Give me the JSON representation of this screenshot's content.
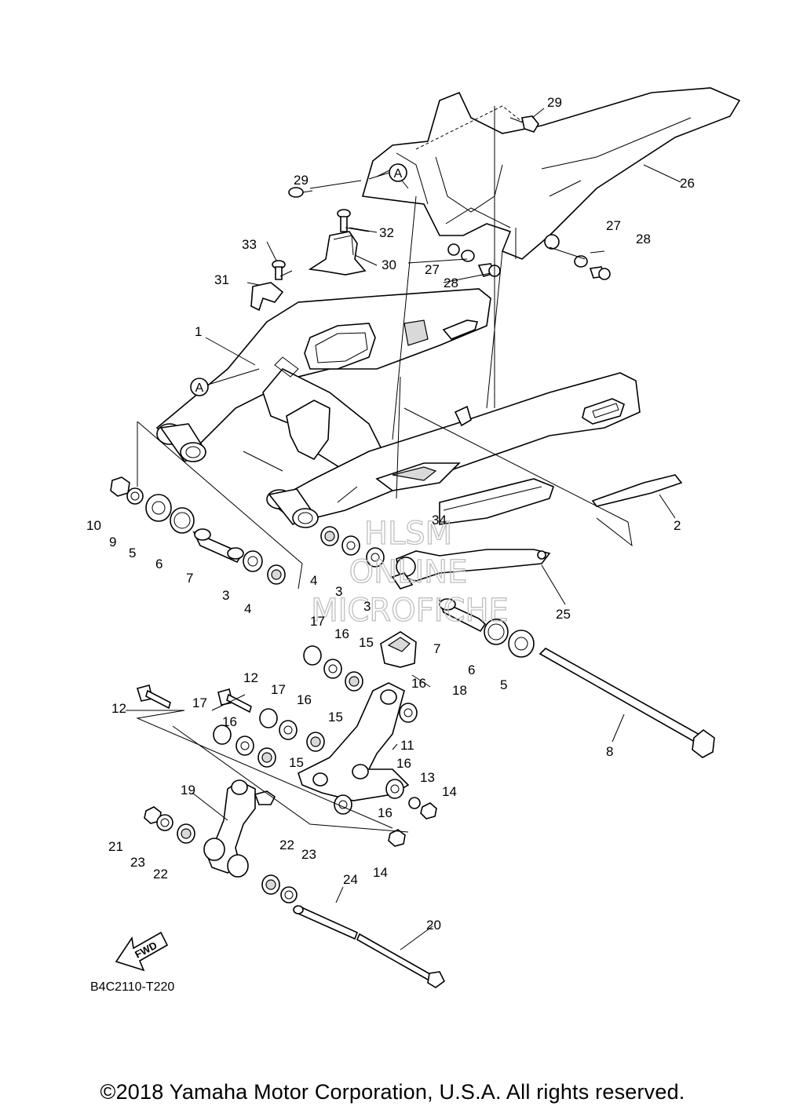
{
  "diagram": {
    "code": "B4C2110-T220",
    "fwd_label": "FWD",
    "ref_marker": "A",
    "watermark": [
      "HLSM",
      "ONLINE",
      "MICROFICHE"
    ],
    "callouts": [
      "1",
      "2",
      "3",
      "3",
      "3",
      "4",
      "4",
      "5",
      "5",
      "6",
      "6",
      "7",
      "7",
      "8",
      "9",
      "10",
      "11",
      "12",
      "12",
      "13",
      "14",
      "14",
      "15",
      "15",
      "15",
      "16",
      "16",
      "16",
      "16",
      "16",
      "16",
      "17",
      "17",
      "17",
      "18",
      "19",
      "20",
      "21",
      "22",
      "22",
      "23",
      "23",
      "24",
      "25",
      "26",
      "27",
      "27",
      "28",
      "28",
      "29",
      "29",
      "30",
      "31",
      "32",
      "33",
      "34"
    ]
  },
  "footer": {
    "copyright": "©2018 Yamaha Motor Corporation, U.S.A. All rights reserved."
  }
}
